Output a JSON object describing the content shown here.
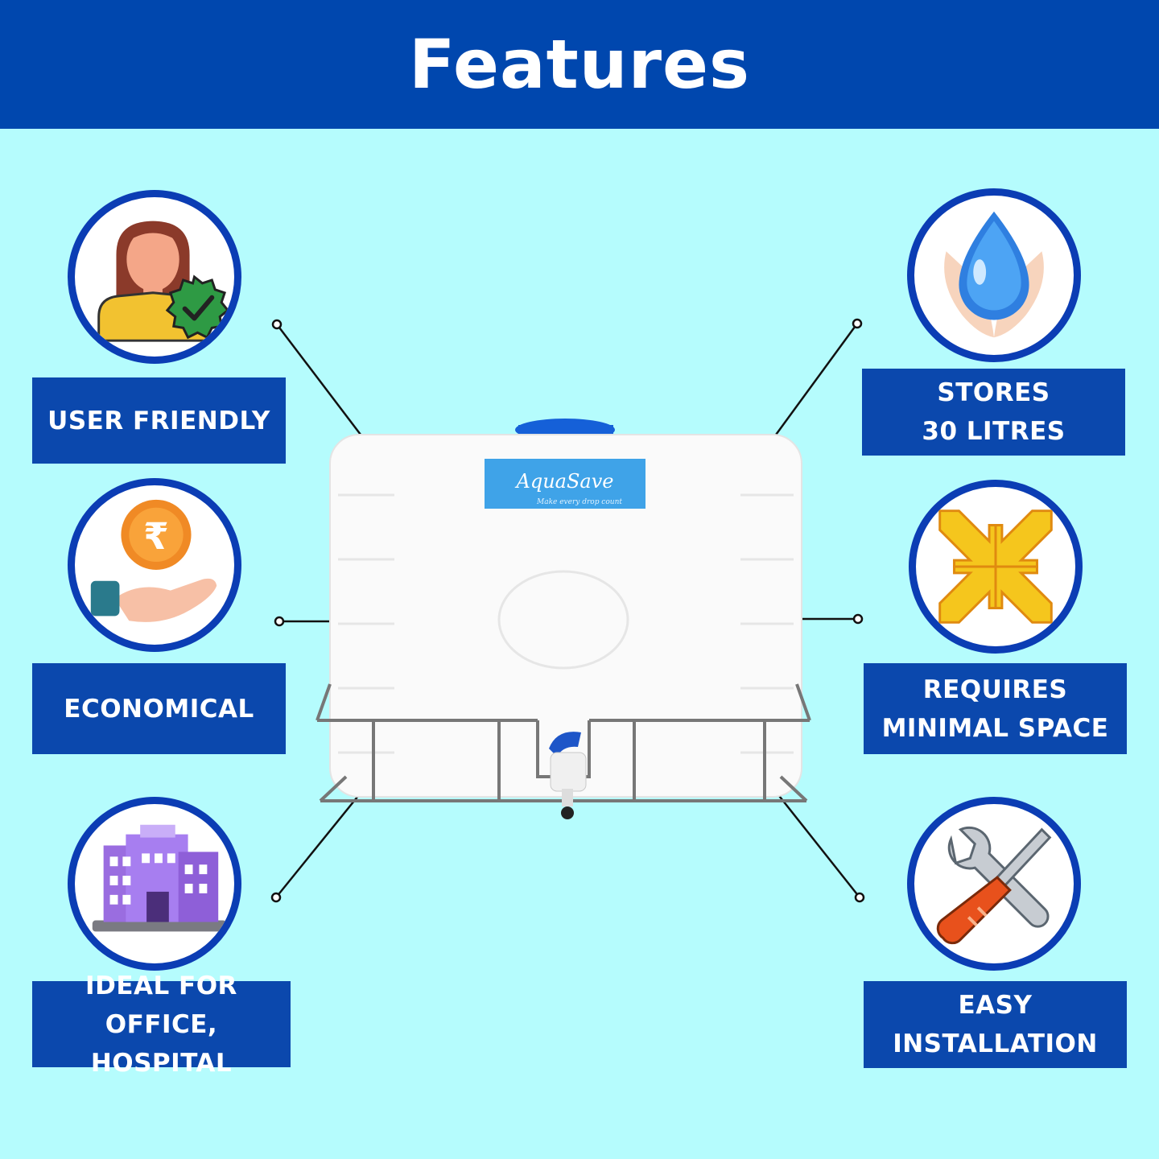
{
  "header": {
    "title": "Features"
  },
  "brand": {
    "logo_text": "AquaSave",
    "tagline": "Make every drop count"
  },
  "features": [
    {
      "line1": "USER FRIENDLY",
      "line2": "",
      "icon": "user-check-icon"
    },
    {
      "line1": "ECONOMICAL",
      "line2": "",
      "icon": "rupee-coin-hand-icon"
    },
    {
      "line1": "IDEAL FOR",
      "line2": "OFFICE, HOSPITAL",
      "icon": "building-icon"
    },
    {
      "line1": "STORES",
      "line2": "30 LITRES",
      "icon": "water-drop-hands-icon"
    },
    {
      "line1": "REQUIRES",
      "line2": "MINIMAL SPACE",
      "icon": "compress-arrows-icon"
    },
    {
      "line1": "EASY",
      "line2": "INSTALLATION",
      "icon": "tools-icon"
    }
  ],
  "colors": {
    "background": "#b5fcfd",
    "header": "#0047ae",
    "label": "#0b48ad",
    "circle_border": "#0b3db4"
  }
}
